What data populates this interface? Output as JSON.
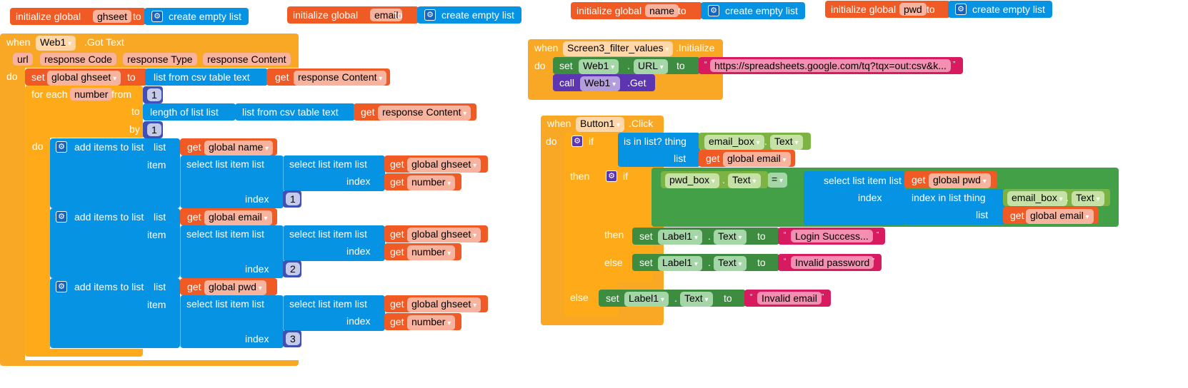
{
  "globals": [
    {
      "prefix": "initialize global",
      "name": "ghseet",
      "to": "to",
      "value": "create empty list"
    },
    {
      "prefix": "initialize global",
      "name": "email",
      "to": "to",
      "value": "create empty list"
    },
    {
      "prefix": "initialize global",
      "name": "name",
      "to": "to",
      "value": "create empty list"
    },
    {
      "prefix": "initialize global",
      "name": "pwd",
      "to": "to",
      "value": "create empty list"
    }
  ],
  "got_text": {
    "when": "when",
    "component": "Web1",
    "event": ".Got Text",
    "params": [
      "url",
      "response Code",
      "response Type",
      "response Content"
    ],
    "do": "do",
    "set": "set",
    "set_var": "global ghseet",
    "to": "to",
    "csv": "list from csv table  text",
    "get": "get",
    "resp": "response Content",
    "for_each": "for each",
    "loop_var": "number",
    "from": "from",
    "from_val": "1",
    "to_label": "to",
    "length": "length of list  list",
    "by": "by",
    "by_val": "1",
    "loop_do": "do",
    "adds": [
      {
        "label": "add items to list",
        "list": "list",
        "target": "global name",
        "item": "item",
        "sel": "select list item  list",
        "src": "global ghseet",
        "index": "index",
        "idx_var": "number",
        "idx_val": "1"
      },
      {
        "label": "add items to list",
        "list": "list",
        "target": "global email",
        "item": "item",
        "sel": "select list item  list",
        "src": "global ghseet",
        "index": "index",
        "idx_var": "number",
        "idx_val": "2"
      },
      {
        "label": "add items to list",
        "list": "list",
        "target": "global pwd",
        "item": "item",
        "sel": "select list item  list",
        "src": "global ghseet",
        "index": "index",
        "idx_var": "number",
        "idx_val": "3"
      }
    ]
  },
  "init": {
    "when": "when",
    "component": "Screen3_filter_values",
    "event": ".Initialize",
    "do": "do",
    "set": "set",
    "comp": "Web1",
    "prop": "URL",
    "to": "to",
    "url": "https://spreadsheets.google.com/tq?tqx=out:csv&k...",
    "call": "call",
    "call_comp": "Web1",
    "method": ".Get"
  },
  "click": {
    "when": "when",
    "component": "Button1",
    "event": ".Click",
    "do": "do",
    "if": "if",
    "is_in_list": "is in list? thing",
    "email_box": "email_box",
    "text": "Text",
    "list": "list",
    "get": "get",
    "g_email": "global email",
    "then": "then",
    "pwd_box": "pwd_box",
    "eq": "=",
    "sel": "select list item  list",
    "g_pwd": "global pwd",
    "index": "index",
    "index_in": "index in list  thing",
    "set": "set",
    "label": "Label1",
    "to": "to",
    "else": "else",
    "msg_success": "Login Success...",
    "msg_bad_pwd": "Invalid password",
    "msg_bad_email": "Invalid email"
  }
}
